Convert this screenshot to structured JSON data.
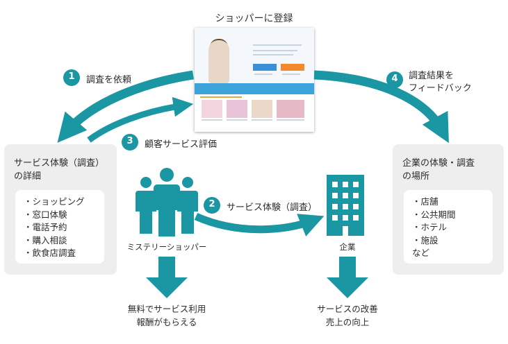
{
  "title": "ショッパーに登録",
  "steps": [
    {
      "number": "1",
      "label": "調査を依頼"
    },
    {
      "number": "2",
      "label": "サービス体験（調査）"
    },
    {
      "number": "3",
      "label": "顧客サービス評価"
    },
    {
      "number": "4",
      "label_line1": "調査結果を",
      "label_line2": "フィードバック"
    }
  ],
  "left_panel": {
    "title_line1": "サービス体験（調査）",
    "title_line2": "の詳細",
    "items": [
      "・ショッピング",
      "・窓口体験",
      "・電話予約",
      "・購入相談",
      "・飲食店調査"
    ]
  },
  "right_panel": {
    "title_line1": "企業の体験・調査",
    "title_line2": "の場所",
    "items": [
      "・店舗",
      "・公共期間",
      "・ホテル",
      "・施設"
    ],
    "extra": "など"
  },
  "people_label": "ミステリーショッパー",
  "company_label": "企業",
  "shopper_result": {
    "line1": "無料でサービス利用",
    "line2": "報酬がもらえる"
  },
  "company_result": {
    "line1": "サービスの改善",
    "line2": "売上の向上"
  },
  "colors": {
    "teal": "#1b96a3",
    "panel": "#eeeeee"
  },
  "icons": {
    "people": "people-group-icon",
    "building": "building-icon"
  }
}
